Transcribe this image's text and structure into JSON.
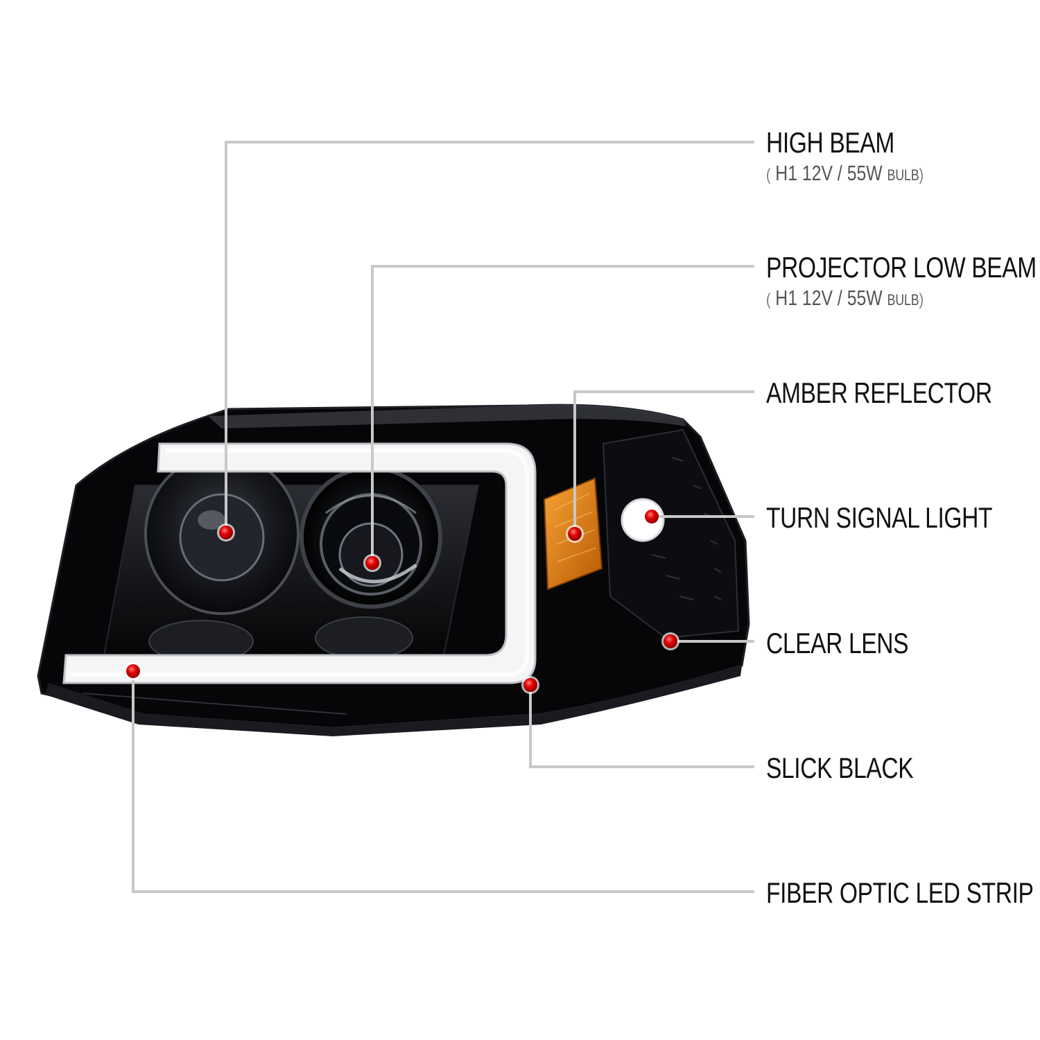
{
  "callouts": [
    {
      "id": "high-beam",
      "title": "HIGH BEAM",
      "spec": {
        "open": "(",
        "bulb": "H1",
        "rating": "12V / 55W",
        "word": "BULB",
        "close": ")"
      }
    },
    {
      "id": "projector-low-beam",
      "title": "PROJECTOR LOW BEAM",
      "spec": {
        "open": "(",
        "bulb": "H1",
        "rating": "12V / 55W",
        "word": "BULB",
        "close": ")"
      }
    },
    {
      "id": "amber-reflector",
      "title": "AMBER REFLECTOR"
    },
    {
      "id": "turn-signal-light",
      "title": "TURN SIGNAL LIGHT"
    },
    {
      "id": "clear-lens",
      "title": "CLEAR LENS"
    },
    {
      "id": "slick-black",
      "title": "SLICK BLACK"
    },
    {
      "id": "fiber-optic-led-strip",
      "title": "FIBER OPTIC LED STRIP"
    }
  ],
  "colors": {
    "marker": "#e00000",
    "leader_line": "#c8c8c8",
    "housing": "#0a0a0c",
    "amber": "#e07a10",
    "led_strip": "#f4f4f4"
  }
}
